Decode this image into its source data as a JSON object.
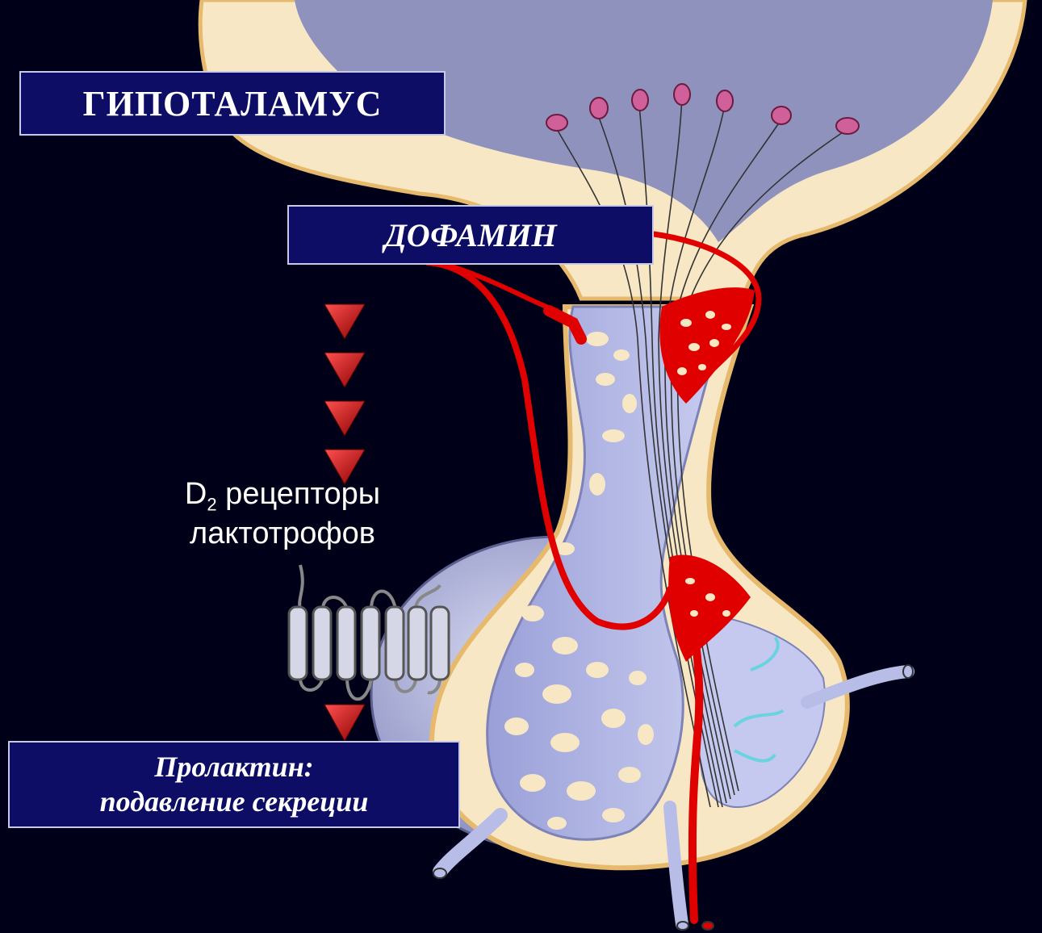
{
  "labels": {
    "hypothalamus": "ГИПОТАЛАМУС",
    "dopamine": "ДОФАМИН",
    "receptor_line1_prefix": "D",
    "receptor_line1_sub": "2",
    "receptor_line1_suffix": " рецепторы",
    "receptor_line2": "лактотрофов",
    "prolactin_line1": "Пролактин:",
    "prolactin_line2": "подавление секреции"
  },
  "colors": {
    "background": "#000018",
    "box_fill": "#0d0d66",
    "box_border": "#c8c8e8",
    "arrow_red": "#cc1010",
    "vessel_red": "#e00000",
    "tissue_cream": "#f7e7c4",
    "tissue_outline": "#e7b96d",
    "lavender": "#b8bde8",
    "ventricle": "#8e92bd",
    "neuron_pink": "#d0609a"
  },
  "icons": [
    "triangle-arrow-icon",
    "receptor-icon"
  ]
}
